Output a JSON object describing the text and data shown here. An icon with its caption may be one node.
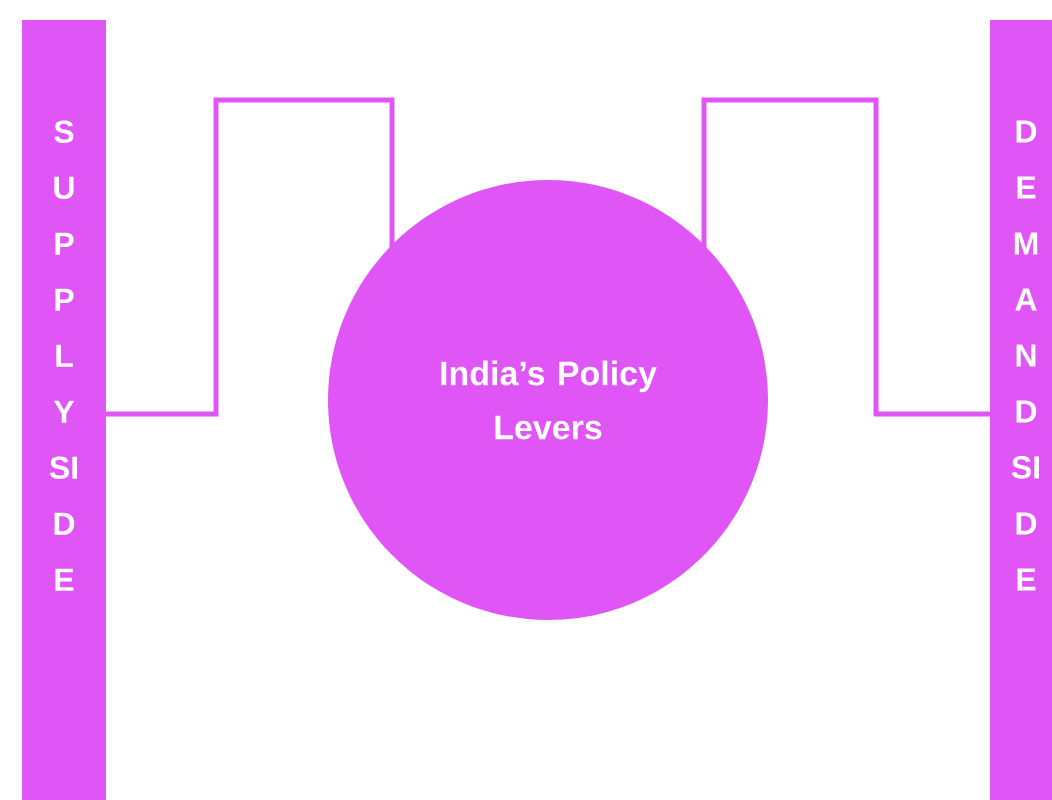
{
  "diagram": {
    "nodes": [
      {
        "text": [
          "SUPPLY SIDE"
        ]
      },
      {
        "text": [
          "India’s Policy Levers"
        ]
      },
      {
        "text": [
          "DEMAND SIDE"
        ]
      }
    ],
    "edges": [
      {
        "from": 0,
        "to": 1,
        "arrow": "none"
      },
      {
        "from": 1,
        "to": 2,
        "arrow": "none"
      }
    ]
  }
}
